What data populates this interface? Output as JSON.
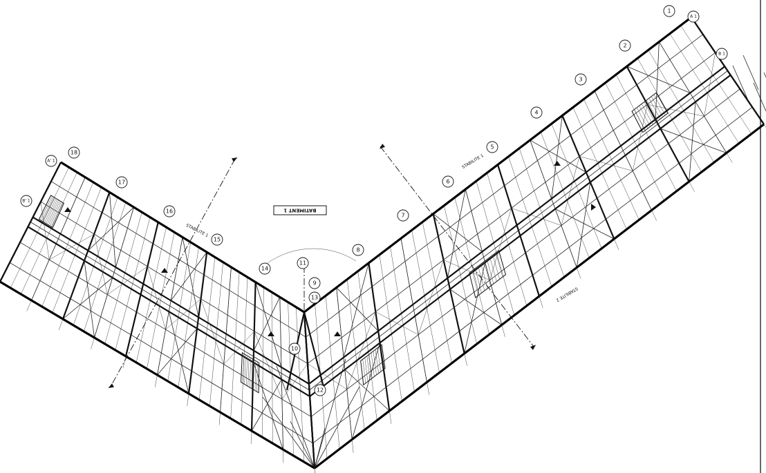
{
  "drawing": {
    "building_label": "BATIMENT 1",
    "stability_labels": [
      "STABILITE 1",
      "STABILITE 2",
      "STABILITE 1"
    ],
    "gridlines_numeric": [
      "1",
      "2",
      "3",
      "4",
      "5",
      "6",
      "7",
      "8",
      "9",
      "10",
      "11",
      "12",
      "13",
      "14",
      "15",
      "16",
      "17",
      "18"
    ],
    "gridlines_alpha": [
      "A 1",
      "B 1",
      "A' 1",
      "B' 1"
    ]
  }
}
